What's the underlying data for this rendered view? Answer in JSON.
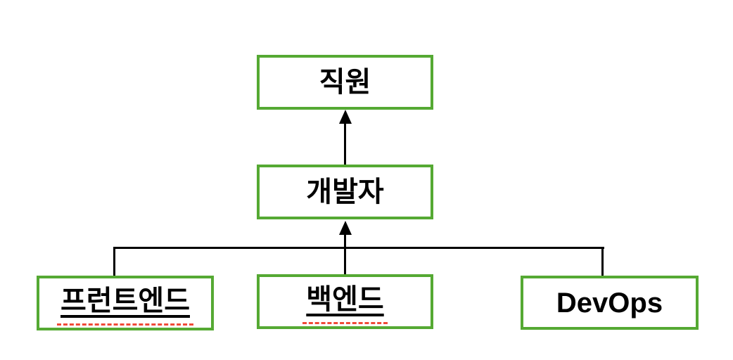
{
  "diagram": {
    "type": "hierarchy-org-chart",
    "background": "#ffffff",
    "colors": {
      "node_border": "#55a933",
      "node_fill": "#ffffff",
      "text": "#000000",
      "connector": "#000000",
      "spellcheck_underline": "#f04a38",
      "background": "#ffffff"
    },
    "nodes": {
      "employee": {
        "label": "직원",
        "underline": false,
        "spellcheck": false
      },
      "developer": {
        "label": "개발자",
        "underline": false,
        "spellcheck": false
      },
      "frontend": {
        "label": "프런트엔드",
        "underline": true,
        "spellcheck": true
      },
      "backend": {
        "label": "백엔드",
        "underline": true,
        "spellcheck": true
      },
      "devops": {
        "label": "DevOps",
        "underline": false,
        "spellcheck": false
      }
    },
    "edges": [
      {
        "from": "developer",
        "to": "employee",
        "arrow": "up"
      },
      {
        "from": "frontend",
        "to": "developer",
        "arrow": "up",
        "via": "bus"
      },
      {
        "from": "backend",
        "to": "developer",
        "arrow": "up",
        "via": "bus"
      },
      {
        "from": "devops",
        "to": "developer",
        "arrow": "up",
        "via": "bus"
      }
    ]
  }
}
